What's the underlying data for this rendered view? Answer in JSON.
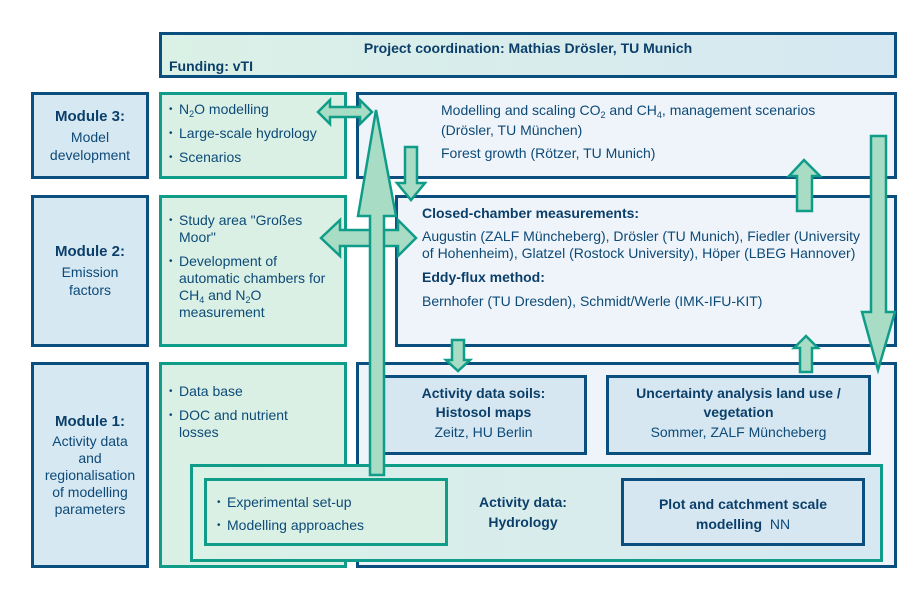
{
  "header": {
    "coordination": "Project coordination: Mathias Drösler, TU Munich",
    "funding": "Funding: vTI"
  },
  "modules": [
    {
      "title": "Module 3:",
      "description_lines": [
        "Model",
        "development"
      ],
      "bullets": [
        {
          "pre": "N",
          "sub": "2",
          "post": "O modelling"
        },
        {
          "text": "Large-scale hydrology"
        },
        {
          "text": "Scenarios"
        }
      ],
      "right": {
        "line1_parts": [
          "Modelling and scaling CO",
          "2",
          " and CH",
          "4",
          ", management scenarios"
        ],
        "line2": "(Drösler, TU München)",
        "line3": "Forest growth (Rötzer, TU Munich)"
      }
    },
    {
      "title": "Module 2:",
      "description_lines": [
        "Emission",
        "factors"
      ],
      "bullets": [
        {
          "text": "Study area \"Großes Moor\""
        },
        {
          "parts": [
            "Development of automatic chambers for CH",
            "4",
            " and N",
            "2",
            "O measurement"
          ]
        }
      ],
      "right": {
        "heading1": "Closed-chamber measurements:",
        "text1": "Augustin (ZALF Müncheberg), Drösler (TU Munich), Fiedler (University of Hohenheim), Glatzel (Rostock University), Höper (LBEG Hannover)",
        "heading2": "Eddy-flux method:",
        "text2": "Bernhofer (TU Dresden), Schmidt/Werle (IMK-IFU-KIT)"
      }
    },
    {
      "title": "Module 1:",
      "description_lines": [
        "Activity data",
        "and",
        "regionalisation",
        "of modelling",
        "parameters"
      ],
      "bullets": [
        {
          "text": "Data base"
        },
        {
          "text": "DOC and nutrient losses"
        }
      ],
      "soils": {
        "title1": "Activity data soils:",
        "title2": "Histosol maps",
        "author": "Zeitz, HU Berlin"
      },
      "uncertainty": {
        "title1": "Uncertainty analysis land use /",
        "title2": "vegetation",
        "author": "Sommer, ZALF Müncheberg"
      },
      "hydrology": {
        "bullets": [
          "Experimental set-up",
          "Modelling approaches"
        ],
        "label1": "Activity data:",
        "label2": "Hydrology",
        "plot_title1": "Plot and catchment scale",
        "plot_title2": "modelling",
        "plot_author": "NN"
      }
    }
  ]
}
